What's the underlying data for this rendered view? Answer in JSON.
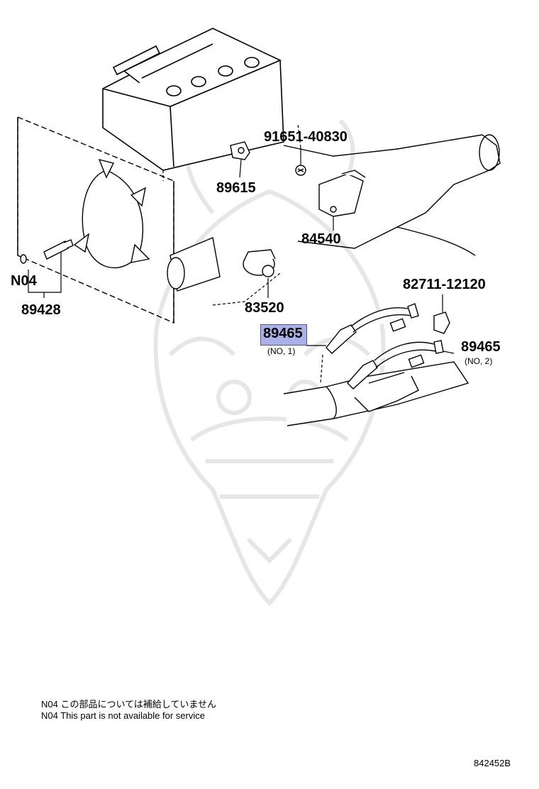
{
  "parts": {
    "p91651": "91651-40830",
    "p89615": "89615",
    "p84540": "84540",
    "p83520": "83520",
    "n04": "N04",
    "p89428": "89428",
    "p82711": "82711-12120",
    "p89465_1": "89465",
    "p89465_1_sub": "(NO, 1)",
    "p89465_2": "89465",
    "p89465_2_sub": "(NO, 2)"
  },
  "notes": {
    "jp": "N04 この部品については補給していません",
    "en": "N04 This part is not available for service"
  },
  "diagram_code": "842452B",
  "colors": {
    "highlight_fill": "#a9b1e6",
    "highlight_border": "#4b56a8",
    "watermark": "#e6e6e6"
  }
}
